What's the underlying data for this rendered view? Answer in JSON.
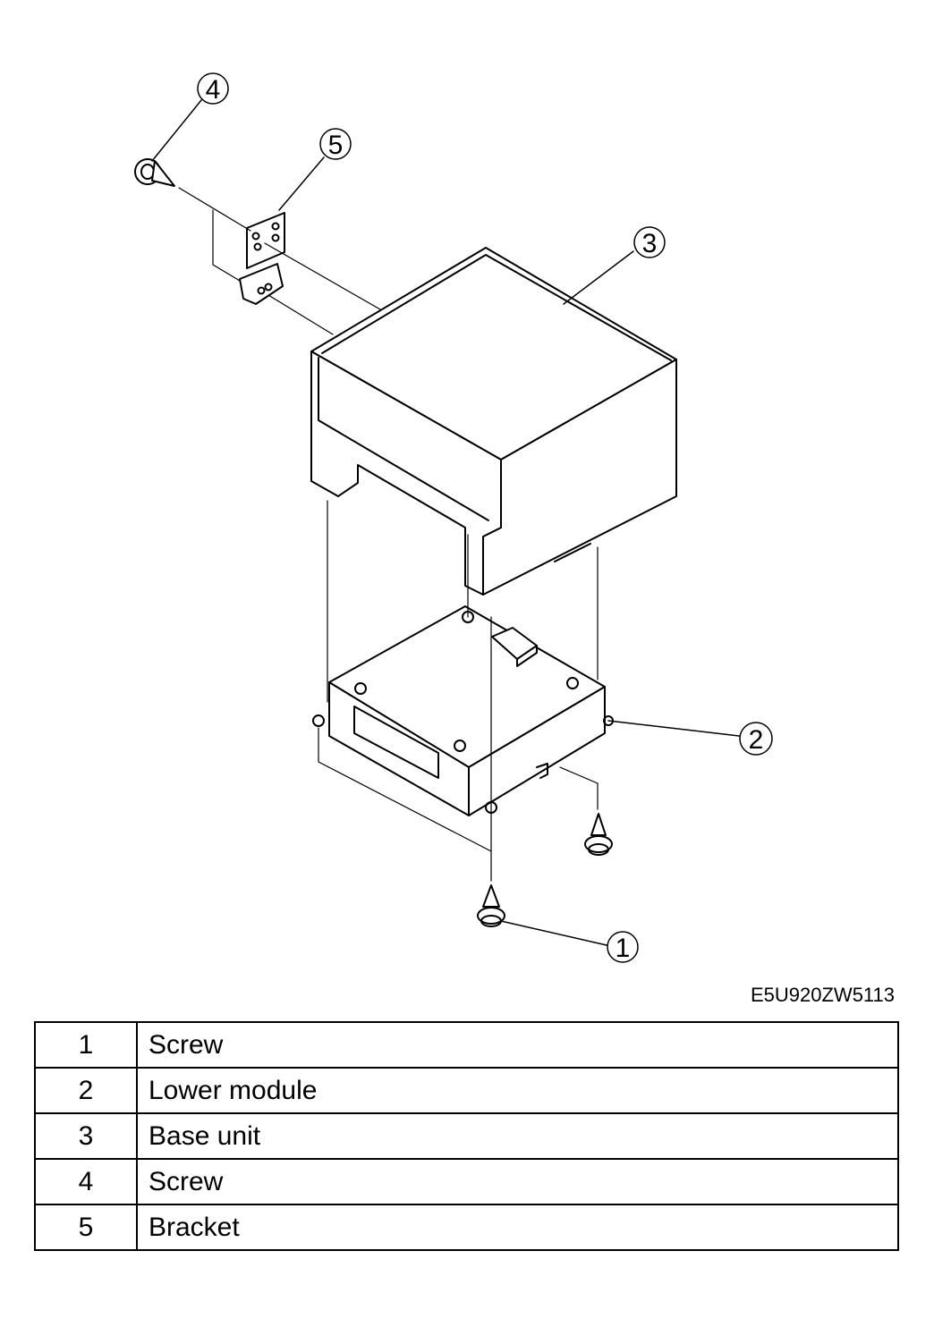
{
  "callouts": [
    "1",
    "2",
    "3",
    "4",
    "5"
  ],
  "figure_code": "E5U920ZW5113",
  "parts": [
    {
      "num": "1",
      "name": "Screw"
    },
    {
      "num": "2",
      "name": "Lower module"
    },
    {
      "num": "3",
      "name": "Base unit"
    },
    {
      "num": "4",
      "name": "Screw"
    },
    {
      "num": "5",
      "name": "Bracket"
    }
  ]
}
